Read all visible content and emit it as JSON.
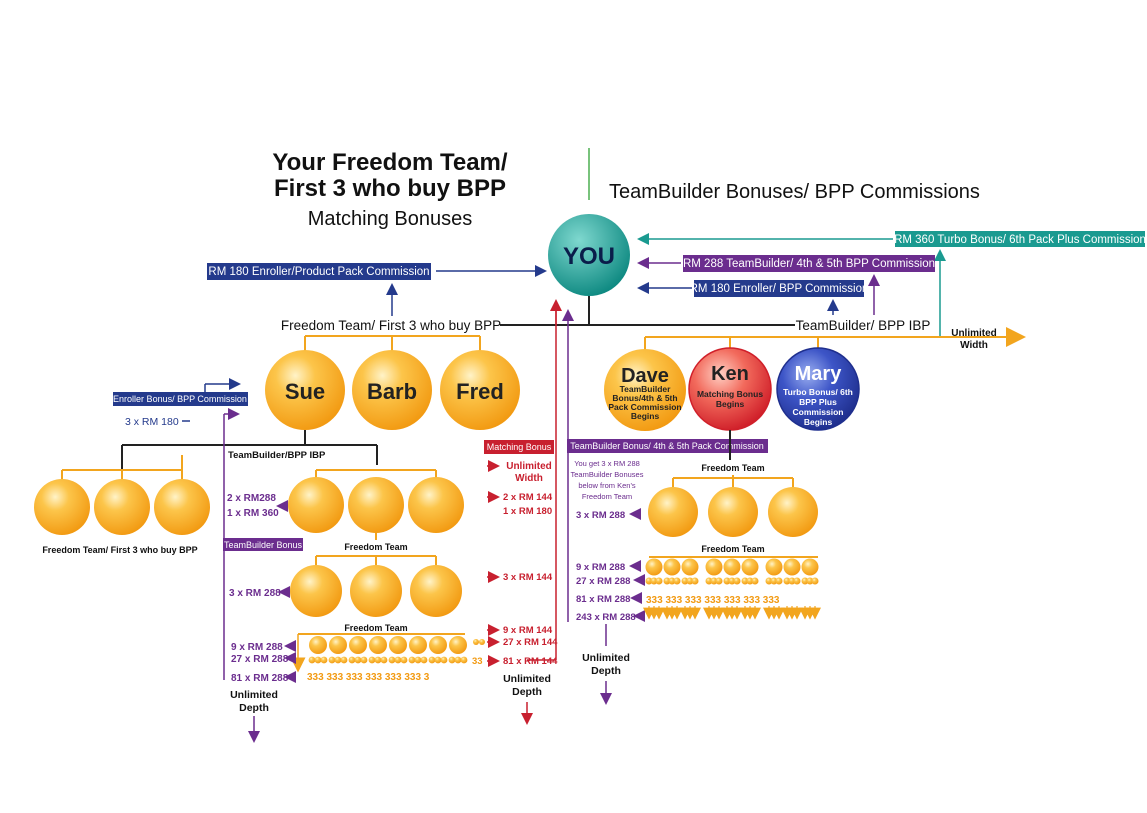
{
  "left_heading": {
    "line1": "Your Freedom Team/",
    "line2": "First 3 who buy BPP",
    "line3": "Matching Bonuses"
  },
  "right_heading": "TeamBuilder Bonuses/ BPP Commissions",
  "you_label": "YOU",
  "colors": {
    "navy": "#243a8c",
    "purple": "#6b2d8e",
    "teal": "#1a9a90",
    "red": "#c8202f",
    "orange": "#f7b027",
    "orange_line": "#f2a51e",
    "dark": "#222222"
  },
  "badges": {
    "enroller_product": "RM 180 Enroller/Product Pack Commission",
    "turbo": "RM 360 Turbo Bonus/ 6th Pack Plus Commission",
    "teambuilder_288": "RM 288 TeamBuilder/ 4th & 5th BPP Commission",
    "enroller_bpp": "RM 180 Enroller/ BPP Commission",
    "enroller_bonus_bpp": "Enroller Bonus/ BPP Commission",
    "teambuilder_bonus": "TeamBuilder Bonus",
    "matching_bonus": "Matching Bonus",
    "teambuilder_bonus_45": "TeamBuilder Bonus/ 4th & 5th Pack Commission"
  },
  "labels": {
    "freedom_team_bpp": "Freedom Team/ First 3 who buy BPP",
    "teambuilder_ibp": "TeamBuilder/ BPP IBP",
    "unlimited_width": "Unlimited",
    "unlimited_width2": "Width",
    "three_rm180": "3 x RM 180",
    "teambuilder_bpp_ibp": "TeamBuilder/BPP IBP",
    "freedom_team_first3_small": "Freedom Team/ First 3 who buy BPP",
    "freedom_team": "Freedom Team",
    "two_rm288": "2 x  RM288",
    "one_rm360": "1 x RM 360",
    "three_rm288_left": "3 x RM 288",
    "nine_rm288_left": "9 x RM 288",
    "twentyseven_rm288_left": "27 x RM 288",
    "eightyone_rm288_left": "81 x RM 288",
    "unlimited_depth_l1": "Unlimited",
    "unlimited_depth_l2": "Depth",
    "m_unlimited_1": "Unlimited",
    "m_unlimited_2": "Width",
    "m_two_rm144": "2 x RM 144",
    "m_one_rm180": "1 x RM 180",
    "m_three_rm144": "3 x RM 144",
    "m_nine_rm144": "9 x RM 144",
    "m_27_rm144": "27 x RM 144",
    "m_81_rm144": "81 x RM 144",
    "m_33": "33",
    "you_get_1": "You get 3 x RM 288",
    "you_get_2": "TeamBuilder Bonuses",
    "you_get_3": "below from Ken's",
    "you_get_4": "Freedom Team",
    "r_three_rm288": "3 x RM 288",
    "r_nine_rm288": "9 x RM 288",
    "r_27_rm288": "27 x RM 288",
    "r_81_rm288": "81 x RM 288",
    "r_243_rm288": "243 x RM 288",
    "left_bottom_digits": "333 333 333 333 333 333 3",
    "right_bottom_digits": "333 333 333 333 333 333 333"
  },
  "people": {
    "sue": "Sue",
    "barb": "Barb",
    "fred": "Fred",
    "dave": {
      "name": "Dave",
      "l1": "TeamBuilder",
      "l2": "Bonus/4th & 5th",
      "l3": "Pack Commission",
      "l4": "Begins"
    },
    "ken": {
      "name": "Ken",
      "l1": "Matching Bonus",
      "l2": "Begins"
    },
    "mary": {
      "name": "Mary",
      "l1": "Turbo Bonus/ 6th",
      "l2": "BPP Plus",
      "l3": "Commission",
      "l4": "Begins"
    }
  }
}
